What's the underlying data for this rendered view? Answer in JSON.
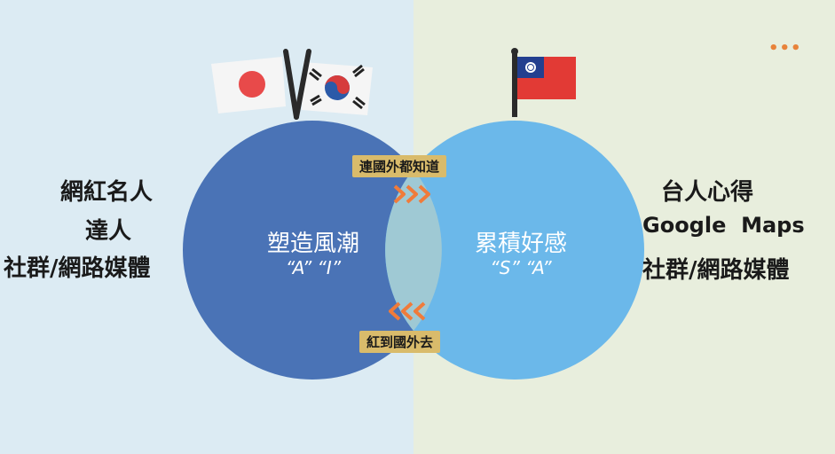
{
  "left_list": [
    "網紅名人",
    "達人",
    "社群/網路媒體"
  ],
  "right_list": [
    "台人心得",
    "Google  Maps",
    "社群/網路媒體"
  ],
  "left_circle": {
    "title": "塑造風潮",
    "subtitle": "“A” “I”"
  },
  "right_circle": {
    "title": "累積好感",
    "subtitle": "“S” “A”"
  },
  "top_tag": "連國外都知道",
  "bottom_tag": "紅到國外去",
  "more_icon": "•••",
  "colors": {
    "left_bg": "#dcebf3",
    "right_bg": "#e8eedd",
    "left_circle": "#4a73b6",
    "right_circle": "#6bb8ea",
    "overlap": "#9fc9d4",
    "tag_bg": "#d9bb6b",
    "arrow": "#f07b3a"
  }
}
